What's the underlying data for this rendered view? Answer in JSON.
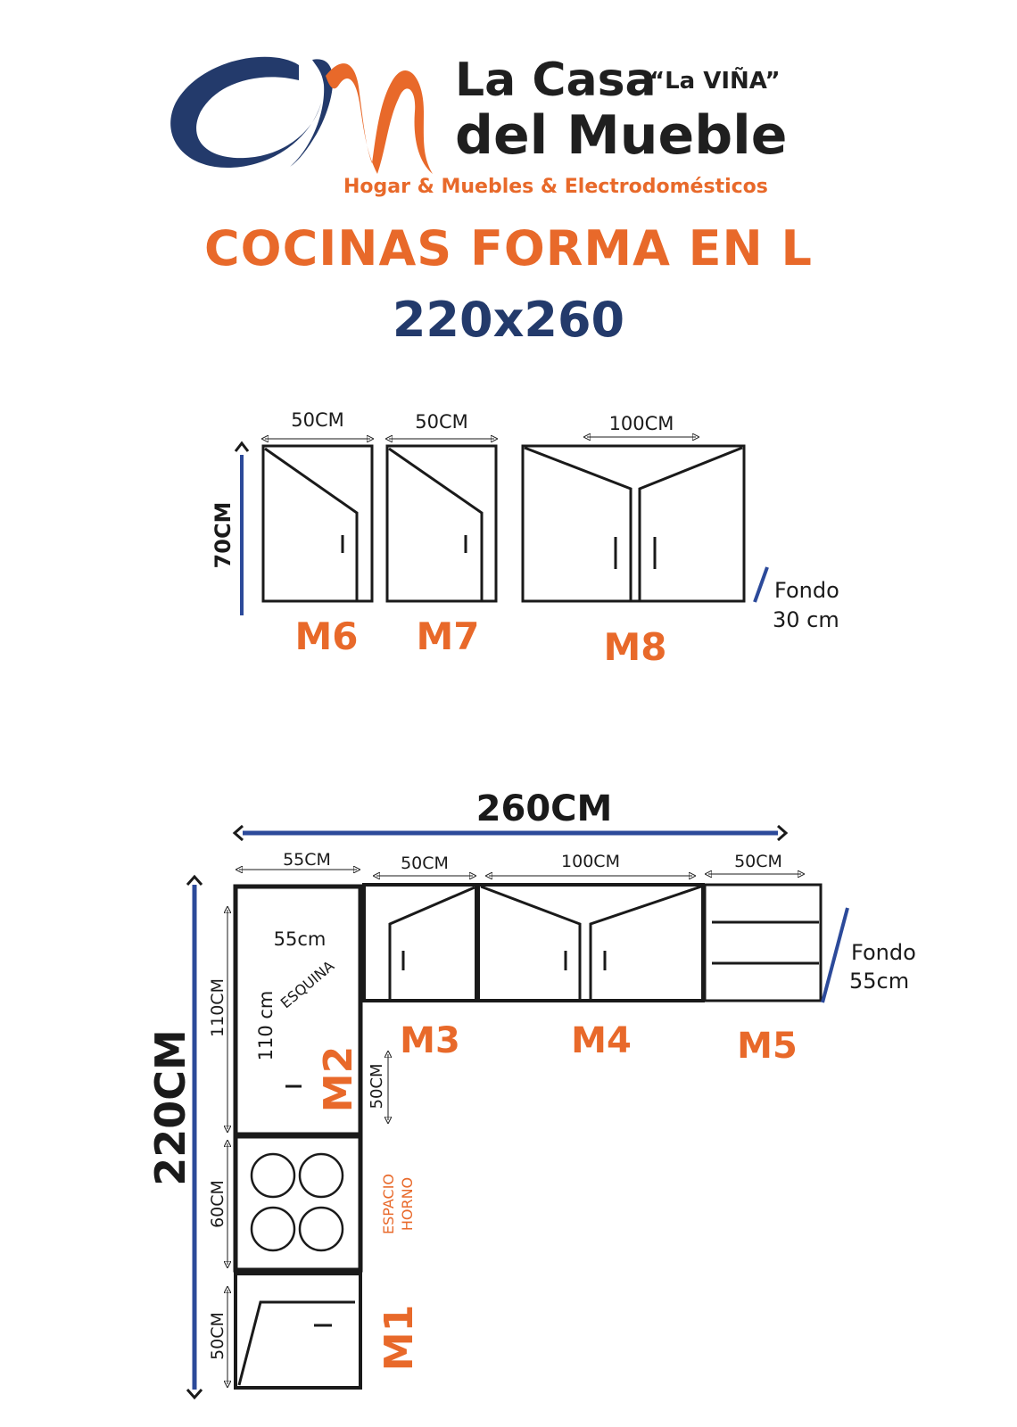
{
  "brand": {
    "line1": "La Casa",
    "vina": "“La VIÑA”",
    "line2": "del Mueble",
    "tagline": "Hogar & Muebles & Electrodomésticos"
  },
  "title": "COCINAS FORMA EN L",
  "subtitle": "220x260",
  "colors": {
    "orange": "#e8692a",
    "navy": "#233a6b",
    "dim_blue": "#2c4a9a",
    "ink": "#1a1a1a"
  },
  "upper_cabinets": {
    "height": "70CM",
    "m6": {
      "label": "M6",
      "width": "50CM"
    },
    "m7": {
      "label": "M7",
      "width": "50CM"
    },
    "m8": {
      "label": "M8",
      "width": "100CM"
    },
    "fondo_1": "Fondo",
    "fondo_2": "30 cm"
  },
  "lower_cabinets": {
    "total_width": "260CM",
    "total_height": "220CM",
    "m2": {
      "label": "M2",
      "width": "55CM",
      "height": "110CM",
      "inner_width": "55cm",
      "inner_height": "110 cm",
      "corner": "ESQUINA"
    },
    "m3": {
      "label": "M3",
      "width": "50CM",
      "side": "50CM"
    },
    "m4": {
      "label": "M4",
      "width": "100CM"
    },
    "m5": {
      "label": "M5",
      "width": "50CM"
    },
    "oven": {
      "height": "60CM",
      "label_1": "ESPACIO",
      "label_2": "HORNO"
    },
    "m1": {
      "label": "M1",
      "height": "50CM"
    },
    "fondo_1": "Fondo",
    "fondo_2": "55cm"
  }
}
